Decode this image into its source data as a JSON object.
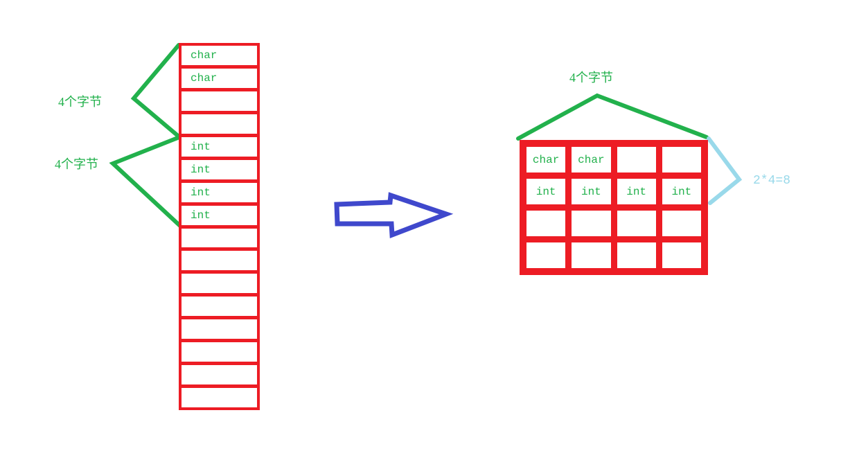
{
  "colors": {
    "cell_border_red": "#ed1c24",
    "annotation_green": "#22b14c",
    "arrow_blue": "#3f48cc",
    "brace_light_blue": "#99d9ea",
    "background": "#ffffff"
  },
  "left_column": {
    "cells": [
      "char",
      "char",
      "",
      "",
      "int",
      "int",
      "int",
      "int",
      "",
      "",
      "",
      "",
      "",
      "",
      "",
      ""
    ],
    "bracket_top_label": "4个字节",
    "bracket_bottom_label": "4个字节"
  },
  "right_grid": {
    "cells": [
      "char",
      "char",
      "",
      "",
      "int",
      "int",
      "int",
      "int",
      "",
      "",
      "",
      "",
      "",
      "",
      "",
      ""
    ],
    "top_label": "4个字节",
    "right_label": "2*4=8"
  }
}
